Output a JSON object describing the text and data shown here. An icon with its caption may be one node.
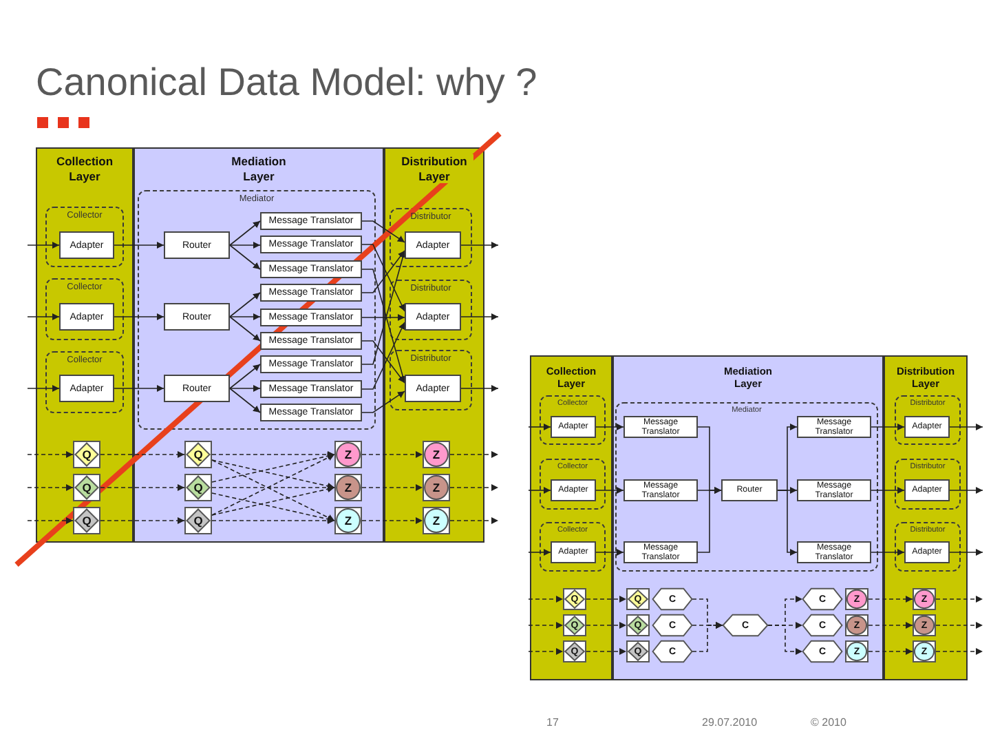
{
  "diagram": {
    "title": "Canonical Data Model: why ?",
    "nodes": [
      {
        "text": [
          "Collection Layer"
        ]
      },
      {
        "text": [
          "Collector"
        ],
        "in": 0
      },
      {
        "text": [
          "Adapter"
        ],
        "in": 1
      },
      {
        "text": [
          "Collector"
        ],
        "in": 0
      },
      {
        "text": [
          "Adapter"
        ],
        "in": 3
      },
      {
        "text": [
          "Collector"
        ],
        "in": 0
      },
      {
        "text": [
          "Adapter"
        ],
        "in": 5
      },
      {
        "text": [
          "Q"
        ],
        "in": 0
      },
      {
        "text": [
          "Q"
        ],
        "in": 0
      },
      {
        "text": [
          "Q"
        ],
        "in": 0
      },
      {
        "text": [
          "Mediation Layer"
        ]
      },
      {
        "text": [
          "Mediator"
        ],
        "in": 10
      },
      {
        "text": [
          "Router"
        ],
        "in": 11
      },
      {
        "text": [
          "Message Translator"
        ],
        "in": 11
      },
      {
        "text": [
          "Message Translator"
        ],
        "in": 11
      },
      {
        "text": [
          "Message Translator"
        ],
        "in": 11
      },
      {
        "text": [
          "Router"
        ],
        "in": 11
      },
      {
        "text": [
          "Message Translator"
        ],
        "in": 11
      },
      {
        "text": [
          "Message Translator"
        ],
        "in": 11
      },
      {
        "text": [
          "Message Translator"
        ],
        "in": 11
      },
      {
        "text": [
          "Router"
        ],
        "in": 11
      },
      {
        "text": [
          "Message Translator"
        ],
        "in": 11
      },
      {
        "text": [
          "Message Translator"
        ],
        "in": 11
      },
      {
        "text": [
          "Message Translator"
        ],
        "in": 11
      },
      {
        "text": [
          "Q"
        ],
        "in": 10
      },
      {
        "text": [
          "Q"
        ],
        "in": 10
      },
      {
        "text": [
          "Q"
        ],
        "in": 10
      },
      {
        "text": [
          "Z"
        ],
        "in": 10
      },
      {
        "text": [
          "Z"
        ],
        "in": 10
      },
      {
        "text": [
          "Z"
        ],
        "in": 10
      },
      {
        "text": [
          "Distribution Layer"
        ]
      },
      {
        "text": [
          "Distributor"
        ],
        "in": 30
      },
      {
        "text": [
          "Adapter"
        ],
        "in": 31
      },
      {
        "text": [
          "Distributor"
        ],
        "in": 30
      },
      {
        "text": [
          "Adapter"
        ],
        "in": 33
      },
      {
        "text": [
          "Distributor"
        ],
        "in": 30
      },
      {
        "text": [
          "Adapter"
        ],
        "in": 35
      },
      {
        "text": [
          "Z"
        ],
        "in": 30
      },
      {
        "text": [
          "Z"
        ],
        "in": 30
      },
      {
        "text": [
          "Z"
        ],
        "in": 30
      },
      {
        "text": [
          "Collection Layer"
        ]
      },
      {
        "text": [
          "Collector"
        ],
        "in": 40
      },
      {
        "text": [
          "Adapter"
        ],
        "in": 41
      },
      {
        "text": [
          "Collector"
        ],
        "in": 40
      },
      {
        "text": [
          "Adapter"
        ],
        "in": 43
      },
      {
        "text": [
          "Collector"
        ],
        "in": 40
      },
      {
        "text": [
          "Adapter"
        ],
        "in": 45
      },
      {
        "text": [
          "Q"
        ],
        "in": 40
      },
      {
        "text": [
          "Q"
        ],
        "in": 40
      },
      {
        "text": [
          "Q"
        ],
        "in": 40
      },
      {
        "text": [
          "Mediation Layer"
        ]
      },
      {
        "text": [
          "Mediator"
        ],
        "in": 50
      },
      {
        "text": [
          "Message Translator"
        ],
        "in": 51
      },
      {
        "text": [
          "Message Translator"
        ],
        "in": 51
      },
      {
        "text": [
          "Message Translator"
        ],
        "in": 51
      },
      {
        "text": [
          "Router"
        ],
        "in": 51
      },
      {
        "text": [
          "Message Translator"
        ],
        "in": 51
      },
      {
        "text": [
          "Message Translator"
        ],
        "in": 51
      },
      {
        "text": [
          "Message Translator"
        ],
        "in": 51
      },
      {
        "text": [
          "Q"
        ],
        "in": 50
      },
      {
        "text": [
          "Q"
        ],
        "in": 50
      },
      {
        "text": [
          "Q"
        ],
        "in": 50
      },
      {
        "text": [
          "C"
        ],
        "in": 50
      },
      {
        "text": [
          "C"
        ],
        "in": 50
      },
      {
        "text": [
          "C"
        ],
        "in": 50
      },
      {
        "text": [
          "C"
        ],
        "in": 50
      },
      {
        "text": [
          "C"
        ],
        "in": 50
      },
      {
        "text": [
          "C"
        ],
        "in": 50
      },
      {
        "text": [
          "C"
        ],
        "in": 50
      },
      {
        "text": [
          "Z"
        ],
        "in": 50
      },
      {
        "text": [
          "Z"
        ],
        "in": 50
      },
      {
        "text": [
          "Z"
        ],
        "in": 50
      },
      {
        "text": [
          "Distribution Layer"
        ]
      },
      {
        "text": [
          "Distributor"
        ],
        "in": 72
      },
      {
        "text": [
          "Adapter"
        ],
        "in": 73
      },
      {
        "text": [
          "Distributor"
        ],
        "in": 72
      },
      {
        "text": [
          "Adapter"
        ],
        "in": 75
      },
      {
        "text": [
          "Distributor"
        ],
        "in": 72
      },
      {
        "text": [
          "Adapter"
        ],
        "in": 77
      },
      {
        "text": [
          "Z"
        ],
        "in": 72
      },
      {
        "text": [
          "Z"
        ],
        "in": 72
      },
      {
        "text": [
          "Z"
        ],
        "in": 72
      }
    ],
    "edges": [
      {
        "from": null,
        "to": 2,
        "arrow": "to"
      },
      {
        "from": null,
        "to": 4,
        "arrow": "to"
      },
      {
        "from": null,
        "to": 6,
        "arrow": "to"
      },
      {
        "from": 2,
        "to": 12,
        "arrow": "to"
      },
      {
        "from": 4,
        "to": 16,
        "arrow": "to"
      },
      {
        "from": 6,
        "to": 20,
        "arrow": "to"
      },
      {
        "from": 12,
        "to": 13,
        "arrow": "to"
      },
      {
        "from": 12,
        "to": 14,
        "arrow": "to"
      },
      {
        "from": 12,
        "to": 15,
        "arrow": "to"
      },
      {
        "from": 16,
        "to": 17,
        "arrow": "to"
      },
      {
        "from": 16,
        "to": 18,
        "arrow": "to"
      },
      {
        "from": 16,
        "to": 19,
        "arrow": "to"
      },
      {
        "from": 20,
        "to": 21,
        "arrow": "to"
      },
      {
        "from": 20,
        "to": 22,
        "arrow": "to"
      },
      {
        "from": 20,
        "to": 23,
        "arrow": "to"
      },
      {
        "from": 13,
        "to": 32,
        "arrow": "to"
      },
      {
        "from": 14,
        "to": 34,
        "arrow": "to"
      },
      {
        "from": 15,
        "to": 36,
        "arrow": "to"
      },
      {
        "from": 17,
        "to": 32,
        "arrow": "to"
      },
      {
        "from": 18,
        "to": 34,
        "arrow": "to"
      },
      {
        "from": 19,
        "to": 36,
        "arrow": "to"
      },
      {
        "from": 21,
        "to": 32,
        "arrow": "to"
      },
      {
        "from": 22,
        "to": 34,
        "arrow": "to"
      },
      {
        "from": 23,
        "to": 36,
        "arrow": "to"
      },
      {
        "from": 32,
        "to": null,
        "arrow": "to"
      },
      {
        "from": 34,
        "to": null,
        "arrow": "to"
      },
      {
        "from": 36,
        "to": null,
        "arrow": "to"
      },
      {
        "from": null,
        "to": 7,
        "arrow": "to",
        "style": "dashed"
      },
      {
        "from": null,
        "to": 8,
        "arrow": "to",
        "style": "dashed"
      },
      {
        "from": null,
        "to": 9,
        "arrow": "to",
        "style": "dashed"
      },
      {
        "from": 7,
        "to": 24,
        "arrow": "to",
        "style": "dashed"
      },
      {
        "from": 8,
        "to": 25,
        "arrow": "to",
        "style": "dashed"
      },
      {
        "from": 9,
        "to": 26,
        "arrow": "to",
        "style": "dashed"
      },
      {
        "from": 24,
        "to": 27,
        "arrow": "to",
        "style": "dashed"
      },
      {
        "from": 24,
        "to": 28,
        "arrow": "to",
        "style": "dashed"
      },
      {
        "from": 24,
        "to": 29,
        "arrow": "to",
        "style": "dashed"
      },
      {
        "from": 25,
        "to": 27,
        "arrow": "to",
        "style": "dashed"
      },
      {
        "from": 25,
        "to": 28,
        "arrow": "to",
        "style": "dashed"
      },
      {
        "from": 25,
        "to": 29,
        "arrow": "to",
        "style": "dashed"
      },
      {
        "from": 26,
        "to": 27,
        "arrow": "to",
        "style": "dashed"
      },
      {
        "from": 26,
        "to": 28,
        "arrow": "to",
        "style": "dashed"
      },
      {
        "from": 26,
        "to": 29,
        "arrow": "to",
        "style": "dashed"
      },
      {
        "from": 27,
        "to": 37,
        "arrow": "to",
        "style": "dashed"
      },
      {
        "from": 28,
        "to": 38,
        "arrow": "to",
        "style": "dashed"
      },
      {
        "from": 29,
        "to": 39,
        "arrow": "to",
        "style": "dashed"
      },
      {
        "from": 37,
        "to": null,
        "arrow": "to",
        "style": "dashed"
      },
      {
        "from": 38,
        "to": null,
        "arrow": "to",
        "style": "dashed"
      },
      {
        "from": 39,
        "to": null,
        "arrow": "to",
        "style": "dashed"
      },
      {
        "from": null,
        "to": 42,
        "arrow": "to"
      },
      {
        "from": null,
        "to": 44,
        "arrow": "to"
      },
      {
        "from": null,
        "to": 46,
        "arrow": "to"
      },
      {
        "from": 42,
        "to": 52,
        "arrow": "to"
      },
      {
        "from": 44,
        "to": 53,
        "arrow": "to"
      },
      {
        "from": 46,
        "to": 54,
        "arrow": "to"
      },
      {
        "from": 52,
        "to": 55,
        "arrow": "to"
      },
      {
        "from": 53,
        "to": 55,
        "arrow": "to"
      },
      {
        "from": 54,
        "to": 55,
        "arrow": "to"
      },
      {
        "from": 55,
        "to": 56,
        "arrow": "to"
      },
      {
        "from": 55,
        "to": 57,
        "arrow": "to"
      },
      {
        "from": 55,
        "to": 58,
        "arrow": "to"
      },
      {
        "from": 56,
        "to": 74,
        "arrow": "to"
      },
      {
        "from": 57,
        "to": 76,
        "arrow": "to"
      },
      {
        "from": 58,
        "to": 78,
        "arrow": "to"
      },
      {
        "from": 74,
        "to": null,
        "arrow": "to"
      },
      {
        "from": 76,
        "to": null,
        "arrow": "to"
      },
      {
        "from": 78,
        "to": null,
        "arrow": "to"
      },
      {
        "from": null,
        "to": 47,
        "arrow": "to",
        "style": "dashed"
      },
      {
        "from": null,
        "to": 48,
        "arrow": "to",
        "style": "dashed"
      },
      {
        "from": null,
        "to": 49,
        "arrow": "to",
        "style": "dashed"
      },
      {
        "from": 47,
        "to": 59,
        "arrow": "to",
        "style": "dashed"
      },
      {
        "from": 48,
        "to": 60,
        "arrow": "to",
        "style": "dashed"
      },
      {
        "from": 49,
        "to": 61,
        "arrow": "to",
        "style": "dashed"
      },
      {
        "from": 62,
        "to": 65,
        "arrow": "to",
        "style": "dashed"
      },
      {
        "from": 63,
        "to": 65,
        "arrow": "to",
        "style": "dashed"
      },
      {
        "from": 64,
        "to": 65,
        "arrow": "to",
        "style": "dashed"
      },
      {
        "from": 65,
        "to": 66,
        "arrow": "to",
        "style": "dashed"
      },
      {
        "from": 65,
        "to": 67,
        "arrow": "to",
        "style": "dashed"
      },
      {
        "from": 65,
        "to": 68,
        "arrow": "to",
        "style": "dashed"
      },
      {
        "from": 69,
        "to": 79,
        "arrow": "to",
        "style": "dashed"
      },
      {
        "from": 70,
        "to": 80,
        "arrow": "to",
        "style": "dashed"
      },
      {
        "from": 71,
        "to": 81,
        "arrow": "to",
        "style": "dashed"
      },
      {
        "from": 79,
        "to": null,
        "arrow": "to",
        "style": "dashed"
      },
      {
        "from": 80,
        "to": null,
        "arrow": "to",
        "style": "dashed"
      },
      {
        "from": 81,
        "to": null,
        "arrow": "to",
        "style": "dashed"
      }
    ],
    "labels": [
      "17",
      "29.07.2010",
      "© 2010"
    ]
  }
}
